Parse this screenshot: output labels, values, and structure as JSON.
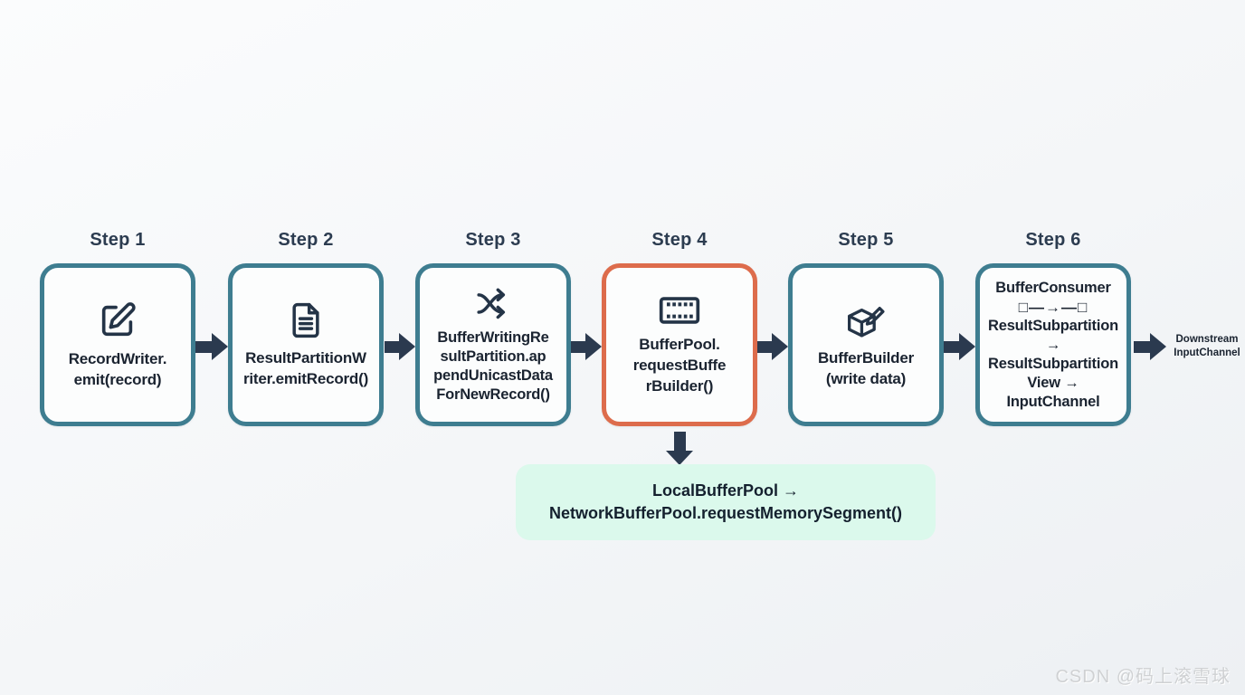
{
  "colors": {
    "teal_border": "#3e7d90",
    "orange_border": "#dd6c4c",
    "arrow": "#2b3a4f",
    "text": "#1a2330",
    "note_bg": "#dbf9ec",
    "background": "#f4f6f8",
    "watermark": "#cfd1d3"
  },
  "steps": [
    {
      "label": "Step 1",
      "icon": "edit-icon",
      "accent": "teal",
      "lines": [
        "RecordWriter.",
        "emit(record)"
      ]
    },
    {
      "label": "Step 2",
      "icon": "file-text-icon",
      "accent": "teal",
      "lines": [
        "ResultPartitionW",
        "riter.emitRecord()"
      ]
    },
    {
      "label": "Step 3",
      "icon": "shuffle-icon",
      "accent": "teal",
      "lines": [
        "BufferWritingRe",
        "sultPartition.ap",
        "pendUnicastData",
        "ForNewRecord()"
      ]
    },
    {
      "label": "Step 4",
      "icon": "film-buffer-icon",
      "accent": "orange",
      "lines": [
        "BufferPool.",
        "requestBuffe",
        "rBuilder()"
      ]
    },
    {
      "label": "Step 5",
      "icon": "cube-edit-icon",
      "accent": "teal",
      "lines": [
        "BufferBuilder",
        "(write data)"
      ]
    },
    {
      "label": "Step 6",
      "icon": "buffer-chain-glyph",
      "accent": "teal",
      "lines": [
        "BufferConsumer",
        "□—→—□",
        "ResultSubpartition",
        "→",
        "ResultSubpartition",
        "View →",
        "InputChannel"
      ]
    }
  ],
  "downstream": {
    "line1": "Downstream",
    "line2": "InputChannel"
  },
  "note": {
    "line1": "LocalBufferPool →",
    "line2": "NetworkBufferPool.requestMemorySegment()"
  },
  "watermark": "CSDN @码上滚雪球"
}
